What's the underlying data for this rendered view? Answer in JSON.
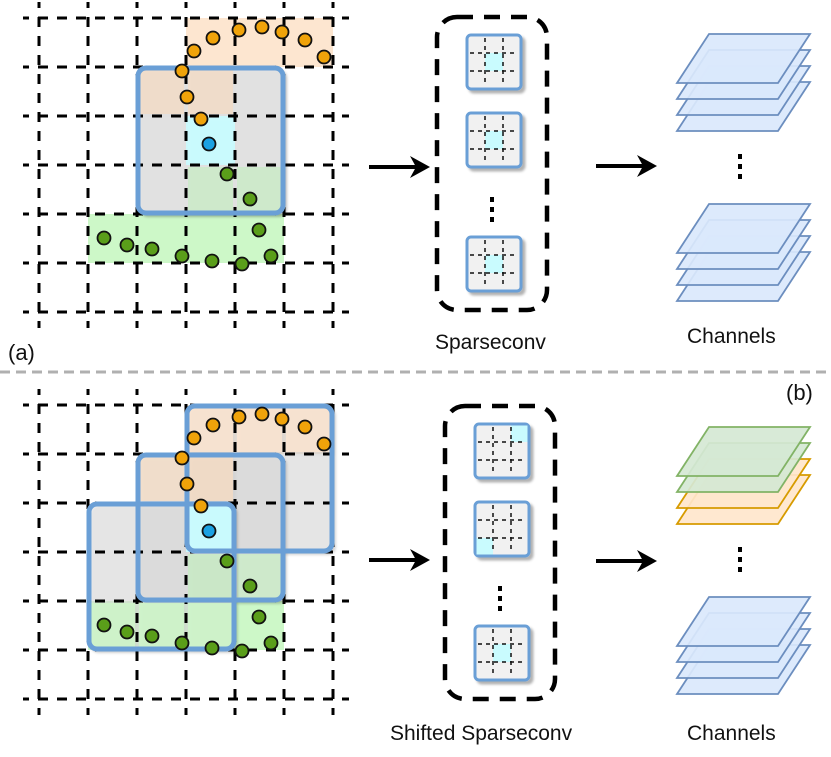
{
  "panels": [
    {
      "id": "a",
      "tag": "(a)",
      "kernel_label": "Sparseconv",
      "channels_label": "Channels",
      "kernels": [
        {
          "active_cell": "center"
        },
        {
          "active_cell": "center"
        },
        {
          "active_cell": "center"
        }
      ],
      "channel_groups": [
        {
          "color": "blue",
          "layers": 4
        },
        {
          "color": "blue",
          "layers": 4
        }
      ]
    },
    {
      "id": "b",
      "tag": "(b)",
      "kernel_label": "Shifted Sparseconv",
      "channels_label": "Channels",
      "kernels": [
        {
          "active_cell": "top-right"
        },
        {
          "active_cell": "bottom-left"
        },
        {
          "active_cell": "center"
        }
      ],
      "channel_groups": [
        {
          "colors": [
            "green",
            "green",
            "orange",
            "orange"
          ],
          "layers": 4
        },
        {
          "color": "blue",
          "layers": 4
        }
      ]
    }
  ],
  "ellipsis": "⋮",
  "colors": {
    "window_border": "#6a9fd6",
    "center_voxel": "#c9fbfe",
    "orange_points": "#f0a30a",
    "orange_region": "#fde6d0",
    "green_points": "#5a9e1a",
    "green_region": "#cdf8c8",
    "blue_point": "#1ba1e2",
    "blue_layer_fill": "#dae8fc",
    "blue_layer_stroke": "#6c8ebf",
    "green_layer_fill": "#d5e8d4",
    "green_layer_stroke": "#82b366",
    "orange_layer_fill": "#ffe6cc",
    "orange_layer_stroke": "#d79b00",
    "separator": "#b0b0b0"
  }
}
